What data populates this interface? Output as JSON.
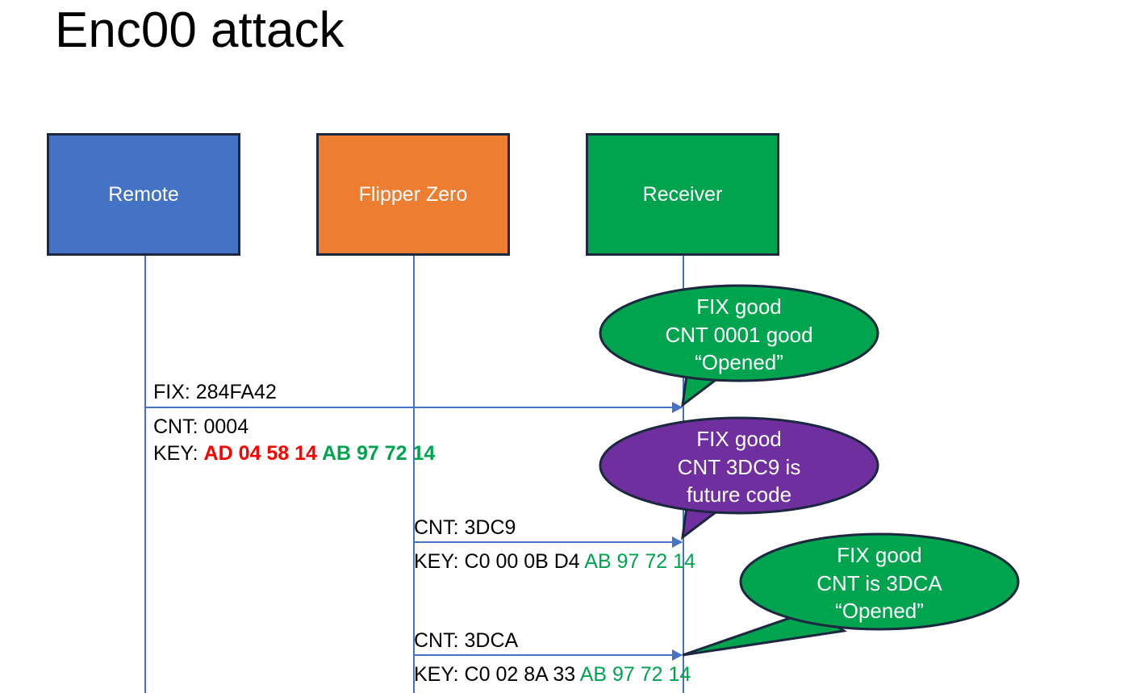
{
  "slide": {
    "title": "Enc00 attack"
  },
  "colors": {
    "remote_fill": "#4472c4",
    "flipper_fill": "#ed7d31",
    "receiver_fill": "#00a44f",
    "box_border": "#1c2740",
    "lifeline": "#4472c4",
    "arrow": "#4472c4",
    "bubble_green": "#00a44f",
    "bubble_purple": "#6f2f9f",
    "bubble_border": "#1c2740",
    "hex_red": "#ff0000",
    "hex_green": "#00a44f",
    "text_black": "#000000",
    "text_white": "#ffffff"
  },
  "actors": [
    {
      "id": "remote",
      "label": "Remote"
    },
    {
      "id": "flipper",
      "label": "Flipper Zero"
    },
    {
      "id": "receiver",
      "label": "Receiver"
    }
  ],
  "messages": [
    {
      "id": "msg-1",
      "from": "remote",
      "to": "receiver",
      "above_label": "FIX: 284FA42",
      "below_lines": [
        {
          "prefix": "CNT: ",
          "segments": [
            {
              "text": "0004",
              "color": "black",
              "bold": false
            }
          ]
        },
        {
          "prefix": "KEY: ",
          "segments": [
            {
              "text": "AD 04 58 14 ",
              "color": "red",
              "bold": false
            },
            {
              "text": "AB 97 72 14",
              "color": "green",
              "bold": true
            }
          ]
        }
      ]
    },
    {
      "id": "msg-2",
      "from": "flipper",
      "to": "receiver",
      "above_label": "CNT: 3DC9",
      "below_lines": [
        {
          "prefix": "KEY: ",
          "segments": [
            {
              "text": "C0 00 0B D4 ",
              "color": "black",
              "bold": false
            },
            {
              "text": "AB 97 72 14",
              "color": "green",
              "bold": false
            }
          ]
        }
      ]
    },
    {
      "id": "msg-3",
      "from": "flipper",
      "to": "receiver",
      "above_label": "CNT: 3DCA",
      "below_lines": [
        {
          "prefix": "KEY: ",
          "segments": [
            {
              "text": "C0 02 8A 33 ",
              "color": "black",
              "bold": false
            },
            {
              "text": "AB 97 72 14",
              "color": "green",
              "bold": false
            }
          ]
        }
      ]
    }
  ],
  "callouts": [
    {
      "id": "callout-1",
      "style": "green",
      "lines": [
        "FIX good",
        "CNT 0001 good",
        "“Opened”"
      ]
    },
    {
      "id": "callout-2",
      "style": "purple",
      "lines": [
        "FIX good",
        "CNT 3DC9 is",
        "future code"
      ]
    },
    {
      "id": "callout-3",
      "style": "green",
      "lines": [
        "FIX good",
        "CNT is 3DCA",
        "“Opened”"
      ]
    }
  ]
}
